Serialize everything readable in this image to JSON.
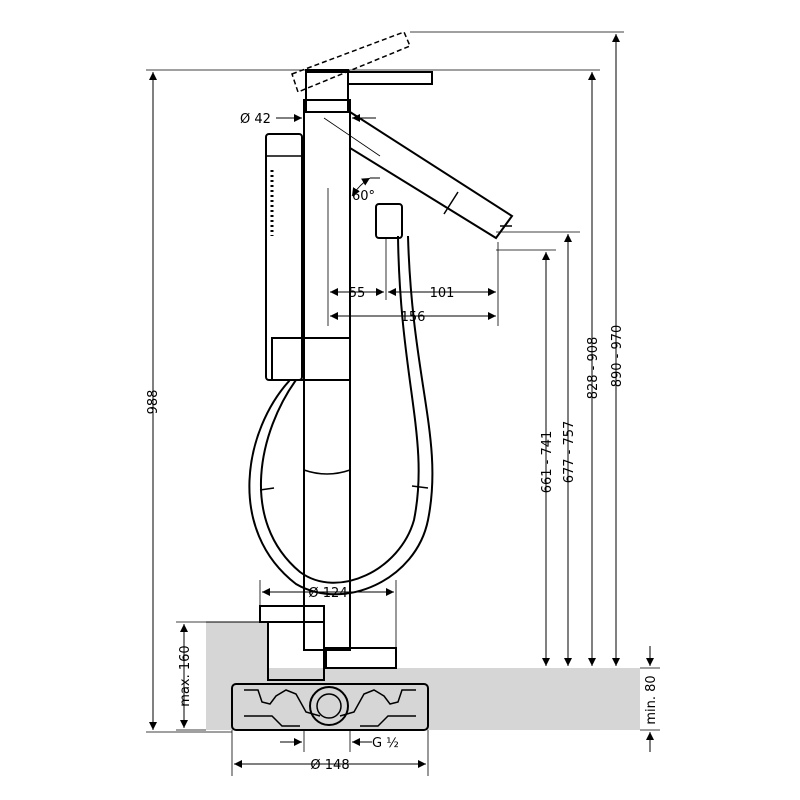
{
  "colors": {
    "line": "#000000",
    "floor": "#d6d6d6",
    "background": "#ffffff"
  },
  "dimensions": {
    "overall_height": "988",
    "body_diameter": "Ø 42",
    "spout_angle": "60°",
    "offset_55": "55",
    "offset_101": "101",
    "offset_156": "156",
    "height_661_741": "661 - 741",
    "height_677_757": "677 - 757",
    "height_828_908": "828 - 908",
    "height_890_970": "890 - 970",
    "base_diameter_124": "Ø 124",
    "max_160": "max. 160",
    "min_80": "min. 80",
    "thread": "G ½",
    "plate_diameter_148": "Ø 148"
  }
}
